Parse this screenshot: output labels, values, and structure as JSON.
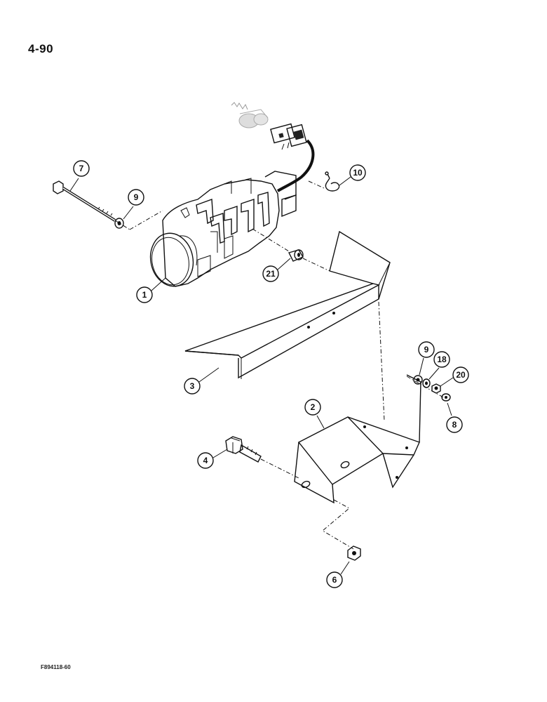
{
  "page_number": "4-90",
  "figure_id": "F894118-60",
  "callouts": {
    "c1": "1",
    "c2": "2",
    "c3": "3",
    "c4": "4",
    "c6": "6",
    "c7": "7",
    "c8": "8",
    "c9a": "9",
    "c9b": "9",
    "c10": "10",
    "c18": "18",
    "c20": "20",
    "c21": "21"
  }
}
